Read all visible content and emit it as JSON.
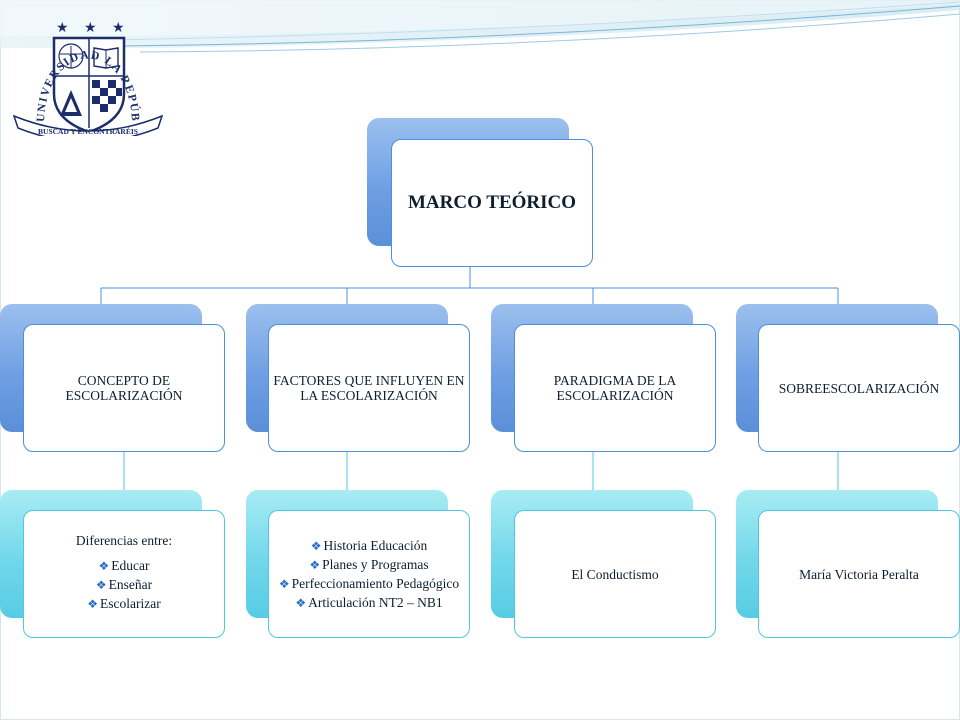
{
  "logo": {
    "arc_text": "UNIVERSIDAD LA REPÚBLICA",
    "motto": "BUSCAD Y ENCONTRARÉIS"
  },
  "colors": {
    "accent_blue": "#4b8fe0",
    "accent_cyan": "#4ec8e2",
    "logo_navy": "#1b2d6b"
  },
  "root": {
    "label": "MARCO TEÓRICO"
  },
  "branches": [
    {
      "label": "CONCEPTO DE ESCOLARIZACIÓN",
      "child": {
        "intro": "Diferencias entre:",
        "items": [
          "Educar",
          "Enseñar",
          "Escolarizar"
        ]
      }
    },
    {
      "label": "FACTORES QUE INFLUYEN EN LA ESCOLARIZACIÓN",
      "child": {
        "intro": "",
        "items": [
          "Historia Educación",
          "Planes y Programas",
          "Perfeccionamiento Pedagógico",
          "Articulación NT2 – NB1"
        ]
      }
    },
    {
      "label": "PARADIGMA DE LA ESCOLARIZACIÓN",
      "child": {
        "text": "El Conductismo"
      }
    },
    {
      "label": "SOBREESCOLARIZACIÓN",
      "child": {
        "text": "María Victoria Peralta"
      }
    }
  ]
}
